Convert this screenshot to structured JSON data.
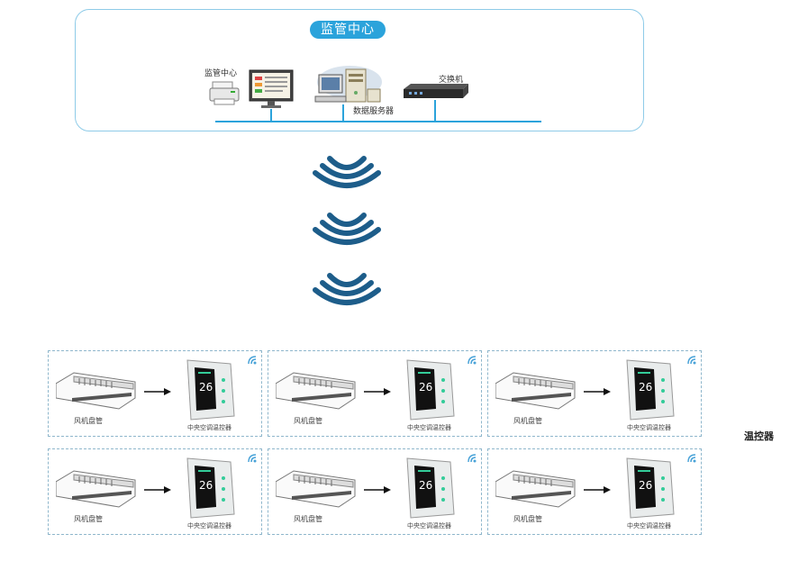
{
  "center": {
    "title": "监管中心",
    "monitor_label": "监管中心",
    "server_label": "数据服务器",
    "switch_label": "交换机"
  },
  "devices": {
    "rows": [
      [
        {
          "fcu_label": "风机盘管",
          "controller_label": "中央空调温控器"
        },
        {
          "fcu_label": "风机盘管",
          "controller_label": "中央空调温控器"
        },
        {
          "fcu_label": "风机盘管",
          "controller_label": "中央空调温控器"
        }
      ],
      [
        {
          "fcu_label": "风机盘管",
          "controller_label": "中央空调温控器"
        },
        {
          "fcu_label": "风机盘管",
          "controller_label": "中央空调温控器"
        },
        {
          "fcu_label": "风机盘管",
          "controller_label": "中央空调温控器"
        }
      ]
    ],
    "side_label": "温控器"
  },
  "colors": {
    "accent": "#2ba3db",
    "wifi": "#1d5d8a"
  }
}
